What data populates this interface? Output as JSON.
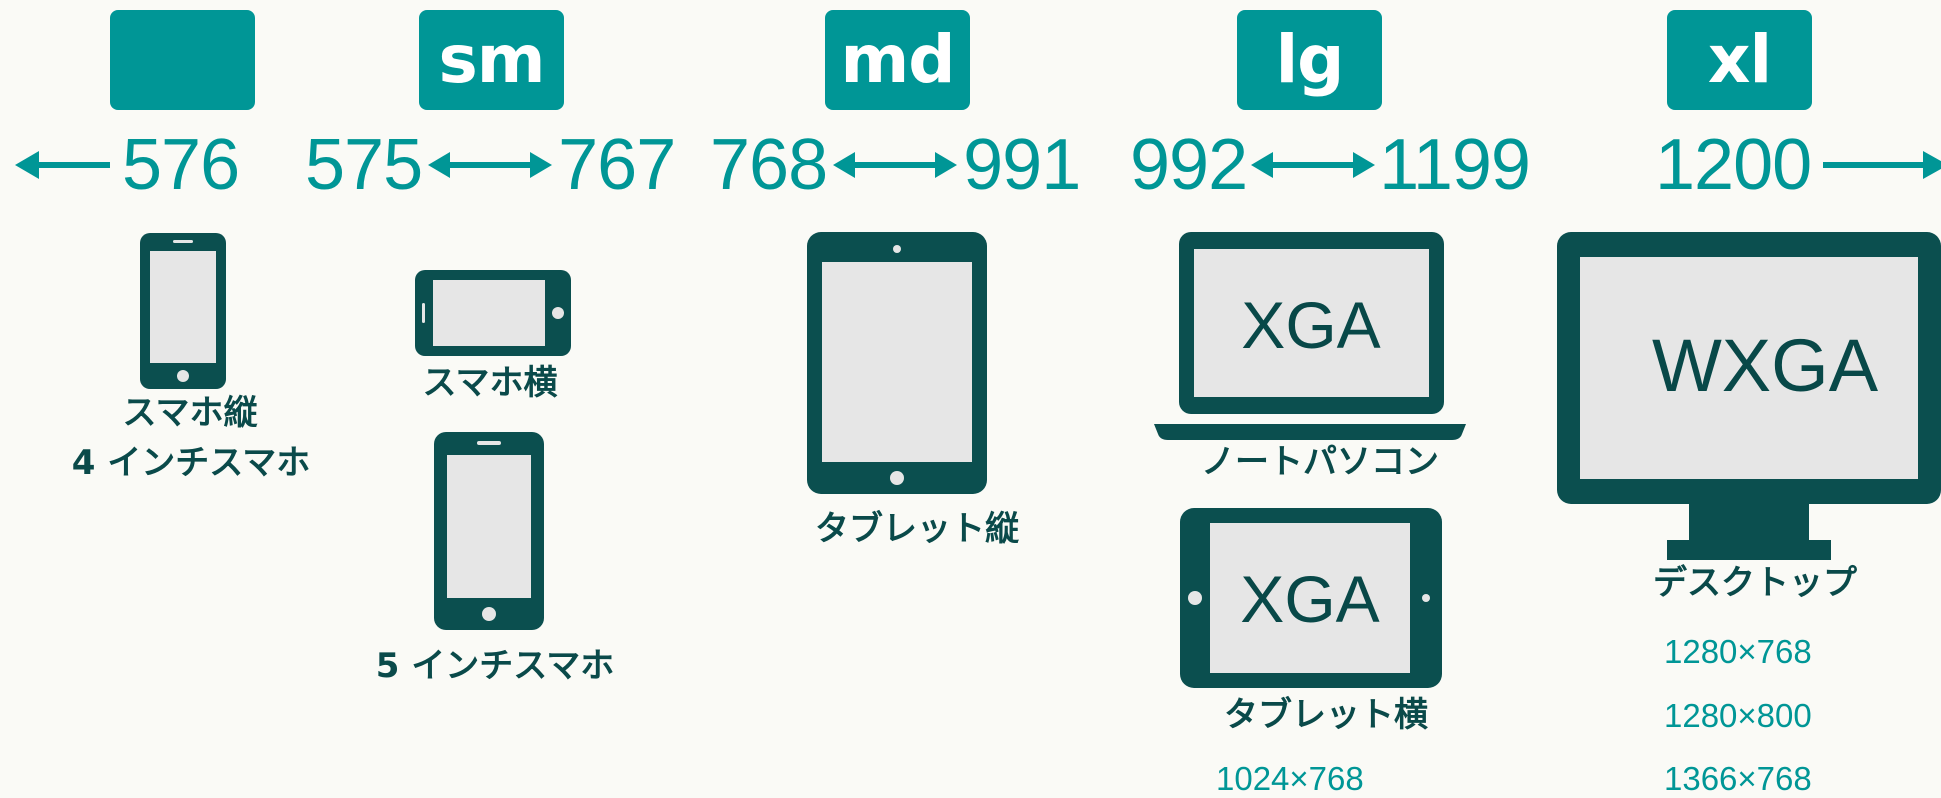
{
  "breakpoints": [
    {
      "badge": "",
      "range": {
        "from": "",
        "to": "576"
      },
      "devices": [
        {
          "label": "スマホ縦",
          "sublabel": "4 インチスマホ"
        }
      ]
    },
    {
      "badge": "sm",
      "range": {
        "from": "575",
        "to": "767"
      },
      "devices": [
        {
          "label": "スマホ横"
        },
        {
          "label": "5 インチスマホ"
        }
      ]
    },
    {
      "badge": "md",
      "range": {
        "from": "768",
        "to": "991"
      },
      "devices": [
        {
          "label": "タブレット縦"
        }
      ]
    },
    {
      "badge": "lg",
      "range": {
        "from": "992",
        "to": "1199"
      },
      "devices": [
        {
          "label": "ノートパソコン",
          "screen_text": "XGA"
        },
        {
          "label": "タブレット横",
          "screen_text": "XGA"
        }
      ],
      "resolutions": [
        "1024×768"
      ]
    },
    {
      "badge": "xl",
      "range": {
        "from": "1200",
        "to": ""
      },
      "devices": [
        {
          "label": "デスクトップ",
          "screen_text": "WXGA"
        }
      ],
      "resolutions": [
        "1280×768",
        "1280×800",
        "1366×768"
      ]
    }
  ],
  "colors": {
    "accent": "#009696",
    "device": "#0b4f4f",
    "screen": "#e6e6e6",
    "background": "#fafaf6",
    "label": "#0a4a4a"
  }
}
